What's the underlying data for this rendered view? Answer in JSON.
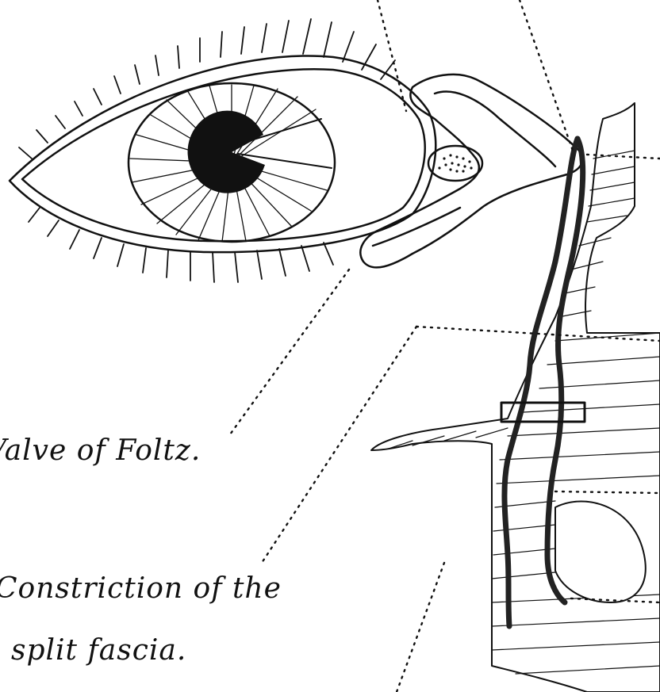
{
  "labels": {
    "valve": "Valve of Foltz.",
    "constriction_line1": "Constriction of the",
    "constriction_line2": "split fascia."
  },
  "colors": {
    "ink": "#111111",
    "paper": "#ffffff"
  }
}
